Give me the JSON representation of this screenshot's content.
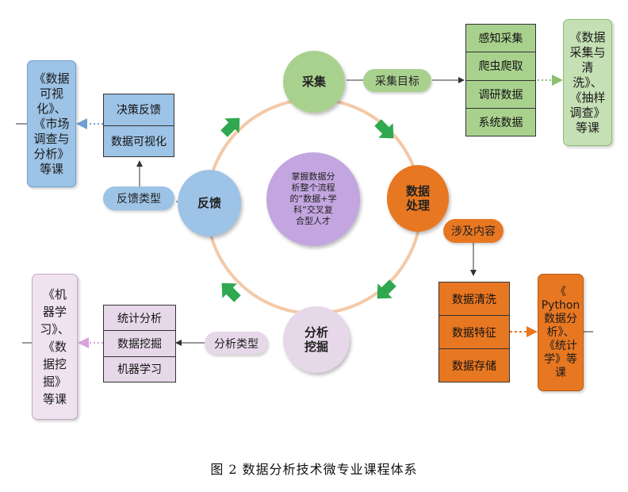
{
  "colors": {
    "ring": "#f3c9a8",
    "green": "#a9d18e",
    "orange": "#e87722",
    "blue": "#9dc3e6",
    "lavender": "#e6d8e8",
    "purple": "#c3a6e0",
    "arrow": "#2fa84f"
  },
  "nodes": {
    "collect": "采集",
    "process": "数据\n处理",
    "mining": "分析\n挖掘",
    "feedback": "反馈",
    "center": "掌握数据分\n析整个流程\n的“数据+学\n科”交叉复\n合型人才"
  },
  "labels": {
    "collect_goal": "采集目标",
    "content": "涉及内容",
    "analysis_type": "分析类型",
    "feedback_type": "反馈类型"
  },
  "collect_items": [
    "感知采集",
    "爬虫爬取",
    "调研数据",
    "系统数据"
  ],
  "process_items": [
    "数据清洗",
    "数据特征",
    "数据存储"
  ],
  "mining_items": [
    "统计分析",
    "数据挖掘",
    "机器学习"
  ],
  "feedback_items": [
    "决策反馈",
    "数据可视化"
  ],
  "courses": {
    "collect": "《数据\n采集与\n清洗》、\n《抽样\n调查》\n等课",
    "process": "《\nPython\n数据分\n析》、\n《统计\n学》等\n课",
    "mining": "《机\n器学\n习》、\n《数\n据挖\n掘》\n等课",
    "feedback": "《数据\n可视\n化》、\n《市场\n调查与\n分析》\n等课"
  },
  "caption": "图 2  数据分析技术微专业课程体系"
}
